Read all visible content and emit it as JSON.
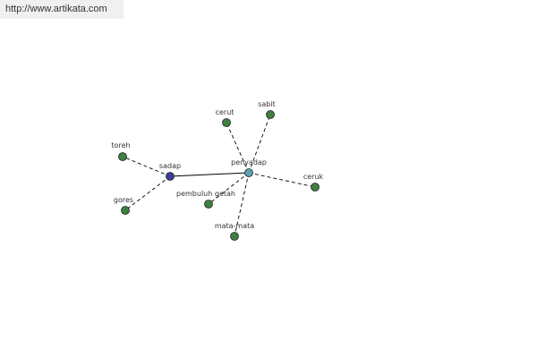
{
  "header": {
    "url": "http://www.artikata.com"
  },
  "graph": {
    "colors": {
      "center_node": "#5aa0b0",
      "hub_node": "#3b3f8f",
      "leaf_node": "#3f7f3f",
      "edge": "#000000"
    },
    "nodes": [
      {
        "id": "penyadap",
        "label": "penyadap",
        "role": "center"
      },
      {
        "id": "sadap",
        "label": "sadap",
        "role": "hub"
      },
      {
        "id": "cerut",
        "label": "cerut",
        "role": "leaf"
      },
      {
        "id": "sabit",
        "label": "sabit",
        "role": "leaf"
      },
      {
        "id": "toreh",
        "label": "toreh",
        "role": "leaf"
      },
      {
        "id": "gores",
        "label": "gores",
        "role": "leaf"
      },
      {
        "id": "ceruk",
        "label": "ceruk",
        "role": "leaf"
      },
      {
        "id": "pembuluh-getah",
        "label": "pembuluh getah",
        "role": "leaf"
      },
      {
        "id": "mata-mata",
        "label": "mata-mata",
        "role": "leaf"
      }
    ],
    "edges": [
      {
        "from": "sadap",
        "to": "penyadap",
        "style": "solid"
      },
      {
        "from": "penyadap",
        "to": "cerut",
        "style": "dashed"
      },
      {
        "from": "penyadap",
        "to": "sabit",
        "style": "dashed"
      },
      {
        "from": "penyadap",
        "to": "ceruk",
        "style": "dashed"
      },
      {
        "from": "penyadap",
        "to": "pembuluh-getah",
        "style": "dashed"
      },
      {
        "from": "penyadap",
        "to": "mata-mata",
        "style": "dashed"
      },
      {
        "from": "sadap",
        "to": "toreh",
        "style": "dashed"
      },
      {
        "from": "sadap",
        "to": "gores",
        "style": "dashed"
      }
    ]
  }
}
